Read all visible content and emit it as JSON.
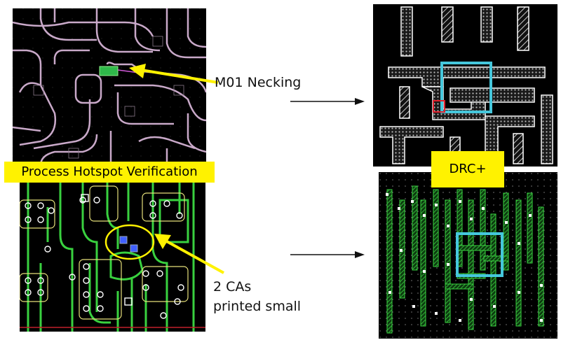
{
  "title_box": {
    "text": "Process Hotspot Verification"
  },
  "drc_box": {
    "text": "DRC+"
  },
  "callouts": {
    "necking": "M01 Necking",
    "cas_line1": "2 CAs",
    "cas_line2": "printed small"
  },
  "colors": {
    "background": "#000000",
    "highlight_yellow": "#fff200",
    "metal_outline": "#c9a9c9",
    "poly_green": "#39d13f",
    "marker_cyan": "#45c7dc",
    "marker_red": "#e0202c",
    "hotspot_green": "#2fb84a"
  }
}
